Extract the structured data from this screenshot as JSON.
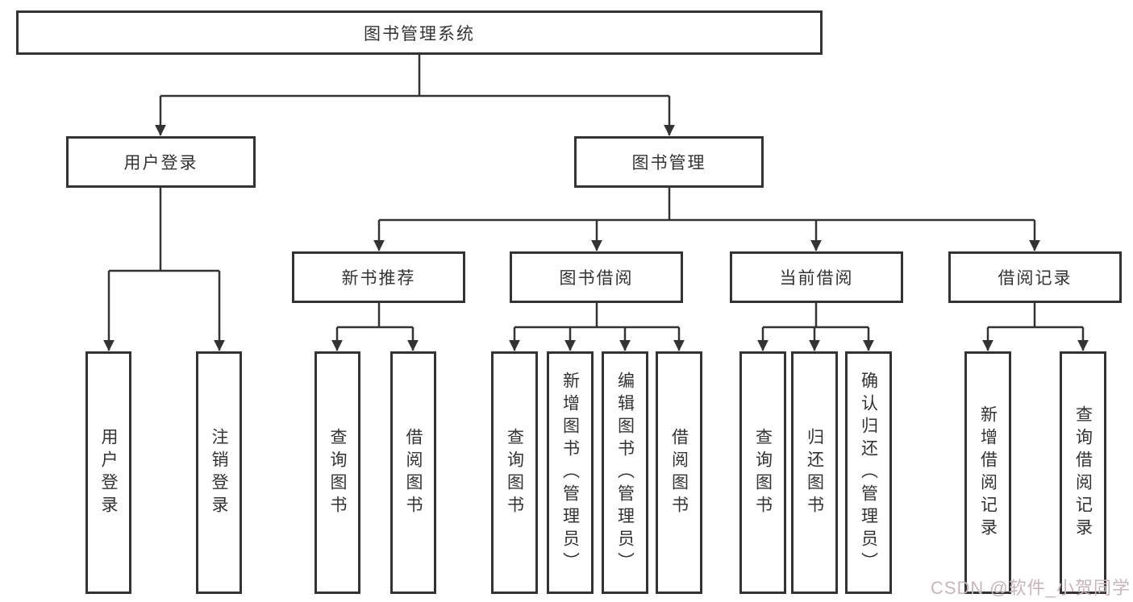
{
  "tree": {
    "root_label": "图书管理系统",
    "level1": {
      "login": "用户登录",
      "mgmt": "图书管理"
    },
    "level2": {
      "newbooks": "新书推荐",
      "borrow": "图书借阅",
      "current": "当前借阅",
      "records": "借阅记录"
    },
    "leaves": {
      "login": [
        "用户登录",
        "注销登录"
      ],
      "newbooks": [
        "查询图书",
        "借阅图书"
      ],
      "borrow": [
        "查询图书",
        "新增图书（管理员）",
        "编辑图书（管理员）",
        "借阅图书"
      ],
      "current": [
        "查询图书",
        "归还图书",
        "确认归还（管理员）"
      ],
      "records": [
        "新增借阅记录",
        "查询借阅记录"
      ]
    }
  },
  "watermark": {
    "text": "CSDN @软件_小贺同学",
    "color": "#c9b4b9"
  },
  "colors": {
    "line": "#333333",
    "border": "#333333",
    "text": "#333333",
    "background": "#ffffff"
  }
}
